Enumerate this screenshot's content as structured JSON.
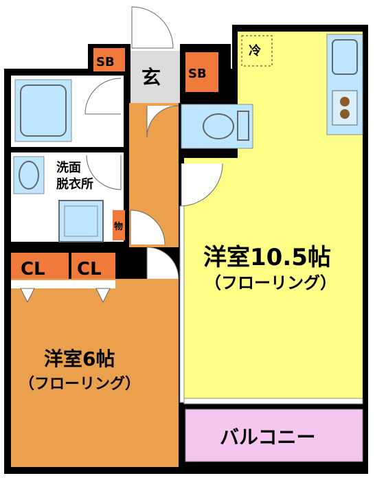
{
  "rooms": {
    "western_large": {
      "name": "洋室10.5帖",
      "floor": "（フローリング）"
    },
    "western_small": {
      "name": "洋室6帖",
      "floor": "（フローリング）"
    },
    "balcony": {
      "name": "バルコニー"
    },
    "washroom": {
      "line1": "洗面",
      "line2": "脱衣所"
    },
    "entrance": {
      "name": "玄"
    },
    "storage": {
      "name": "物"
    }
  },
  "labels": {
    "sb_left": "SB",
    "sb_right": "SB",
    "cl_left": "CL",
    "cl_right": "CL",
    "fridge": "冷"
  },
  "colors": {
    "yellow_room": "#ffff88",
    "orange_room": "#eba04e",
    "orange_label": "#f08040",
    "blue_fixture": "#bfe6ff",
    "balcony": "#f4c6f0",
    "wall": "#000000"
  }
}
